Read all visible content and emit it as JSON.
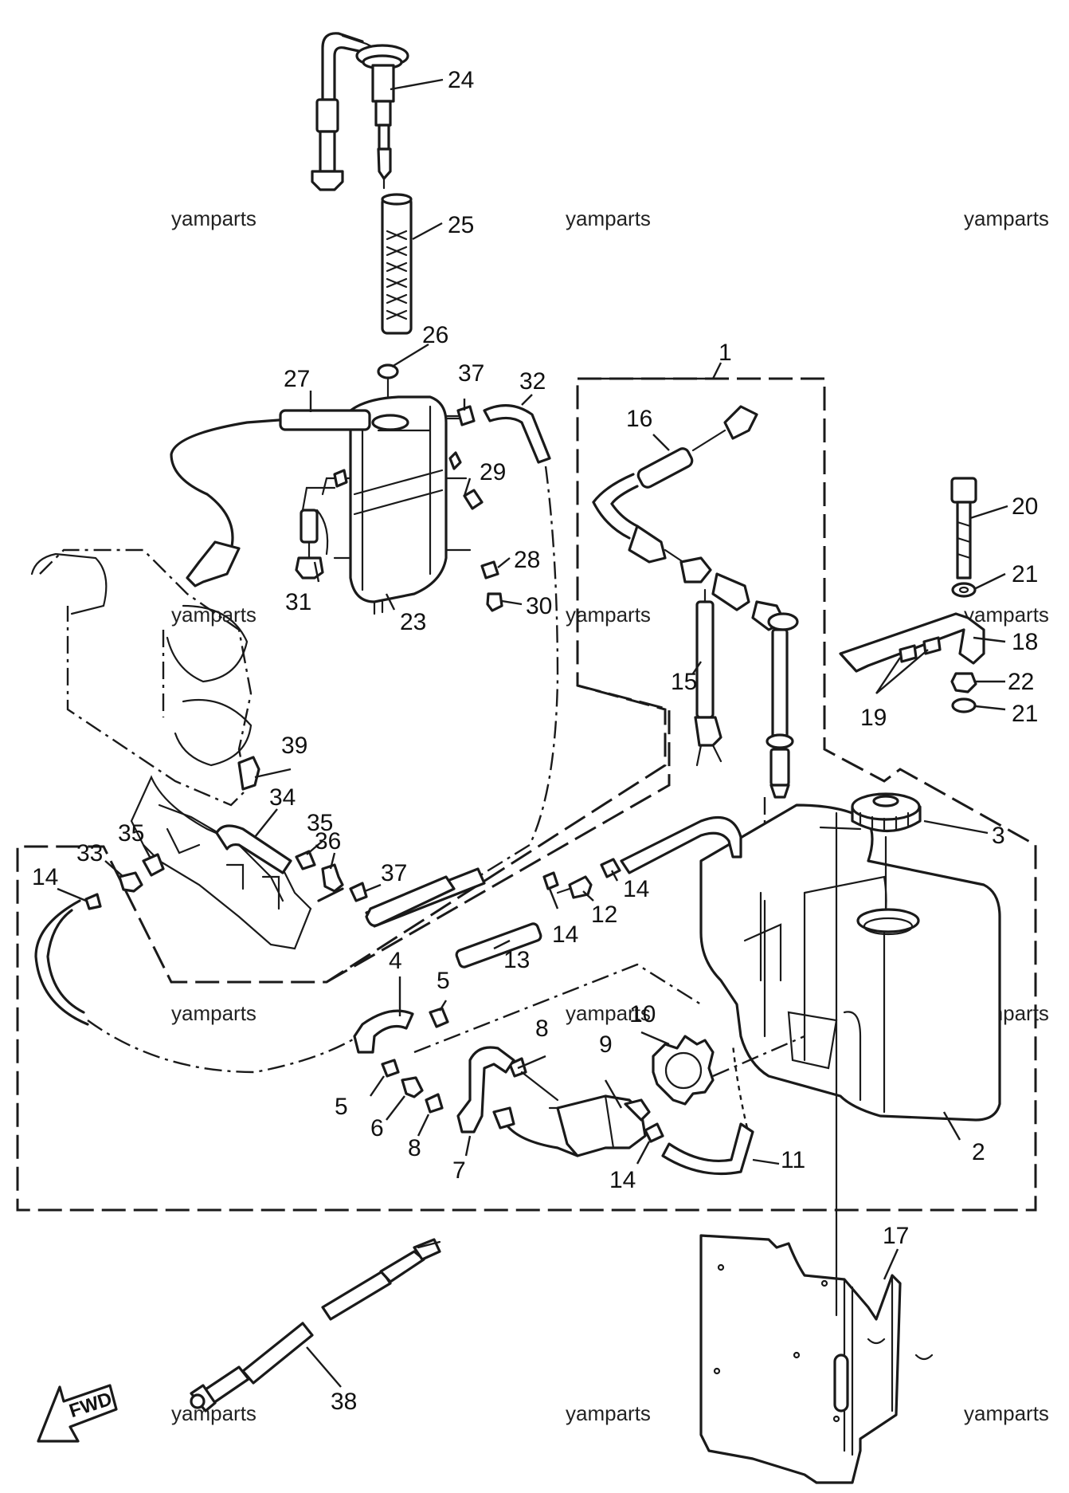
{
  "watermark": "yamparts",
  "fwd_label": "FWD",
  "callouts": {
    "p1": "1",
    "p2": "2",
    "p3": "3",
    "p4": "4",
    "p5a": "5",
    "p5b": "5",
    "p6": "6",
    "p7": "7",
    "p8a": "8",
    "p8b": "8",
    "p9": "9",
    "p10": "10",
    "p11": "11",
    "p12": "12",
    "p13": "13",
    "p14a": "14",
    "p14b": "14",
    "p14c": "14",
    "p14d": "14",
    "p15": "15",
    "p16": "16",
    "p17": "17",
    "p18": "18",
    "p19": "19",
    "p20": "20",
    "p21a": "21",
    "p21b": "21",
    "p22": "22",
    "p23": "23",
    "p24": "24",
    "p25": "25",
    "p26": "26",
    "p27": "27",
    "p28": "28",
    "p29": "29",
    "p30": "30",
    "p31": "31",
    "p32": "32",
    "p33": "33",
    "p34": "34",
    "p35a": "35",
    "p35b": "35",
    "p36": "36",
    "p37a": "37",
    "p37b": "37",
    "p38": "38",
    "p39": "39"
  }
}
